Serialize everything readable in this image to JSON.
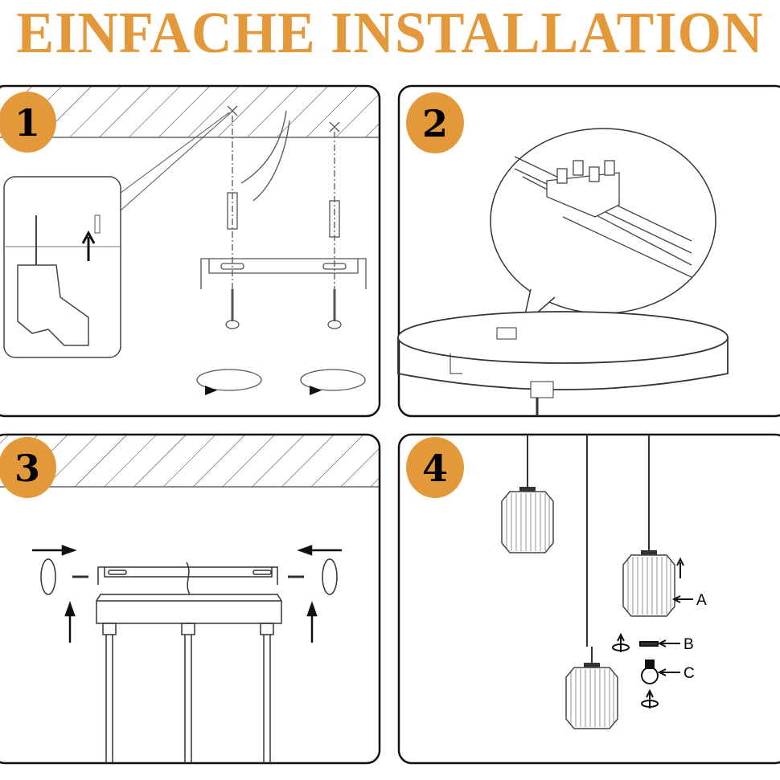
{
  "title": "EINFACHE INSTALLATION",
  "accent_color": "#E3993A",
  "steps": [
    {
      "number": "1"
    },
    {
      "number": "2"
    },
    {
      "number": "3"
    },
    {
      "number": "4",
      "labels": [
        "A",
        "B",
        "C"
      ]
    }
  ]
}
